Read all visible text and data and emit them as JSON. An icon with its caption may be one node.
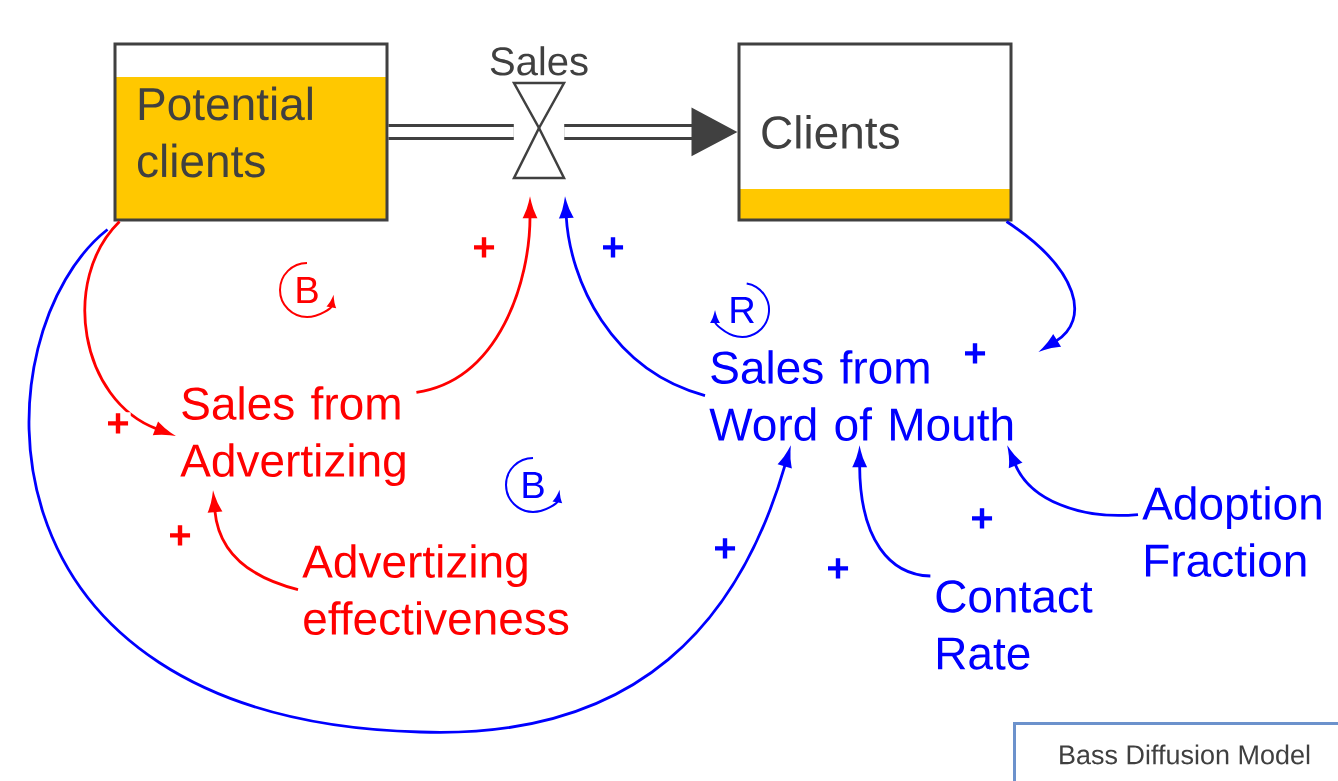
{
  "diagram": {
    "nodes": [
      {
        "text": [
          "Potential clients"
        ]
      },
      {
        "text": [
          "Sales"
        ]
      },
      {
        "text": [
          "Clients"
        ]
      },
      {
        "text": [
          "Sales from Advertizing"
        ]
      },
      {
        "text": [
          "Sales from Word of Mouth"
        ]
      },
      {
        "text": [
          "Advertizing effectiveness"
        ]
      },
      {
        "text": [
          "Contact Rate"
        ]
      },
      {
        "text": [
          "Adoption Fraction"
        ]
      },
      {
        "text": [
          "Bass Diffusion Model"
        ]
      }
    ],
    "edges": [
      {
        "from": 0,
        "to": 1,
        "arrow": "none",
        "style": "thick",
        "color": "#404040"
      },
      {
        "from": 1,
        "to": 2,
        "arrow": "to",
        "style": "thick",
        "color": "#404040"
      },
      {
        "from": 0,
        "to": 3,
        "arrow": "to",
        "label": "+",
        "color": "#ff0000"
      },
      {
        "from": 3,
        "to": 1,
        "arrow": "to",
        "label": "+",
        "color": "#ff0000"
      },
      {
        "from": 4,
        "to": 1,
        "arrow": "to",
        "label": "+",
        "color": "#0000ff"
      },
      {
        "from": 2,
        "to": 4,
        "arrow": "to",
        "label": "+",
        "color": "#0000ff"
      },
      {
        "from": 0,
        "to": 4,
        "arrow": "to",
        "label": "+",
        "color": "#0000ff"
      },
      {
        "from": 5,
        "to": 3,
        "arrow": "to",
        "label": "+",
        "color": "#ff0000"
      },
      {
        "from": 6,
        "to": 4,
        "arrow": "to",
        "label": "+",
        "color": "#0000ff"
      },
      {
        "from": 7,
        "to": 4,
        "arrow": "to",
        "label": "+",
        "color": "#0000ff"
      }
    ],
    "labels": [
      "B",
      "R",
      "B"
    ]
  }
}
